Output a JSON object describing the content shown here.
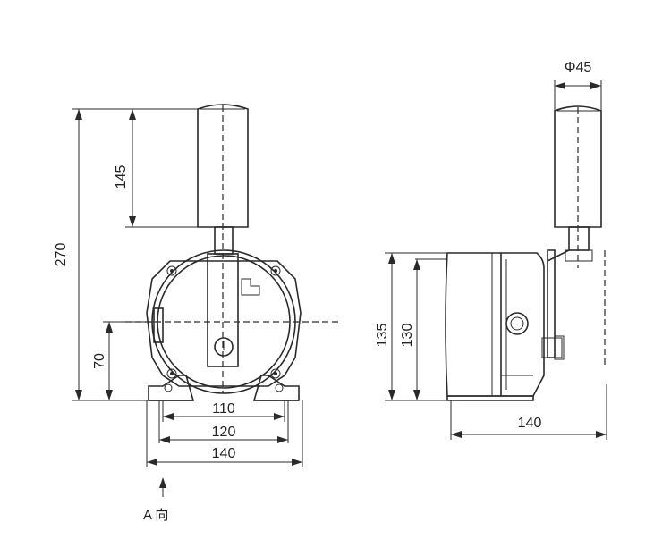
{
  "front_view": {
    "dim_total_height": "270",
    "dim_rod_length": "145",
    "dim_axis_height": "70",
    "dim_width_110": "110",
    "dim_width_120": "120",
    "dim_width_140": "140",
    "view_direction_label": "A 向"
  },
  "side_view": {
    "dim_rod_diameter": "Φ45",
    "dim_height_135": "135",
    "dim_height_130": "130",
    "dim_depth_140": "140"
  },
  "colors": {
    "line": "#2a2a2a",
    "background": "#ffffff"
  }
}
